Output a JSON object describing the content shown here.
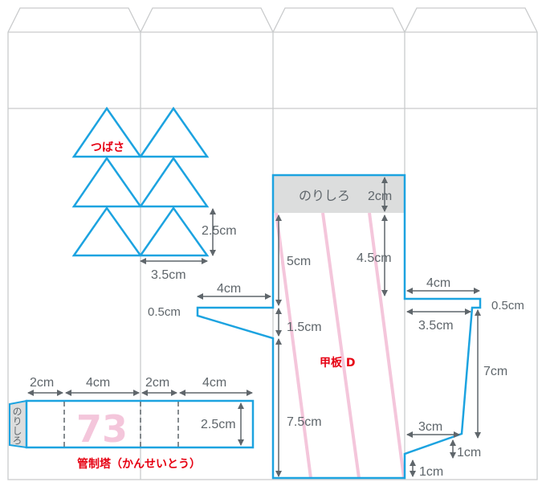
{
  "triangles": {
    "label": "つばさ",
    "height": "2.5cm",
    "width": "3.5cm"
  },
  "deck": {
    "label": "甲板 D",
    "glue": "のりしろ",
    "glue_height": "2cm",
    "d_5": "5cm",
    "d_4_5": "4.5cm",
    "d_1_5": "1.5cm",
    "d_7_5": "7.5cm",
    "left_tab_width": "4cm",
    "left_tab_height": "0.5cm",
    "right_tab_width": "4cm",
    "right_tab_height": "0.5cm",
    "right_inner": "3.5cm",
    "right_side": "7cm",
    "right_bottom": "3cm",
    "right_step": "1cm",
    "bottom_step": "1cm"
  },
  "tower": {
    "label": "管制塔（かんせいとう）",
    "glue": "のりしろ",
    "number": "73",
    "seg1": "2cm",
    "seg2": "4cm",
    "seg3": "2cm",
    "seg4": "4cm",
    "height": "2.5cm"
  },
  "colors": {
    "cut": "#1ca3e0",
    "label": "#e60012",
    "stripe": "#f4c6db",
    "glue": "#dcdddd",
    "dim": "#5f666b"
  }
}
